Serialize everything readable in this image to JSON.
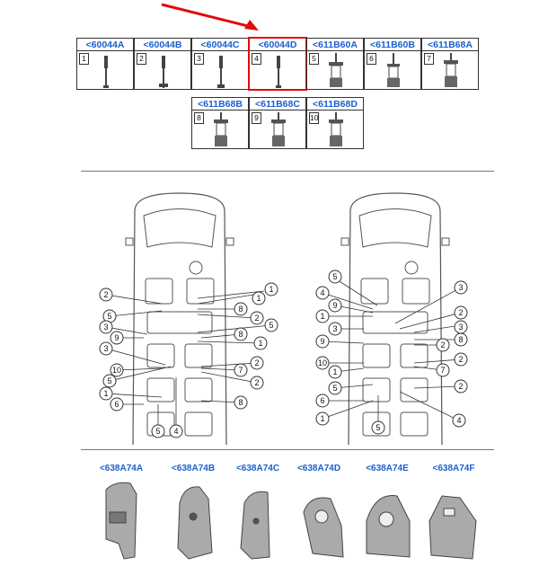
{
  "tools_row1": [
    {
      "code": "<60044A",
      "num": "1"
    },
    {
      "code": "<60044B",
      "num": "2"
    },
    {
      "code": "<60044C",
      "num": "3"
    },
    {
      "code": "<60044D",
      "num": "4"
    },
    {
      "code": "<611B60A",
      "num": "5"
    },
    {
      "code": "<611B60B",
      "num": "6"
    },
    {
      "code": "<611B68A",
      "num": "7"
    }
  ],
  "tools_row2": [
    {
      "code": "<611B68B",
      "num": "8"
    },
    {
      "code": "<611B68C",
      "num": "9"
    },
    {
      "code": "<611B68D",
      "num": "10"
    }
  ],
  "highlight": {
    "code": "<60044D",
    "arrow_color": "#e10b0b"
  },
  "left_diagram_callouts": [
    "2",
    "1",
    "1",
    "5",
    "8",
    "2",
    "3",
    "9",
    "5",
    "8",
    "1",
    "3",
    "10",
    "7",
    "2",
    "5",
    "2",
    "1",
    "6",
    "8",
    "5",
    "4"
  ],
  "right_diagram_callouts": [
    "5",
    "3",
    "4",
    "9",
    "1",
    "2",
    "3",
    "2",
    "9",
    "3",
    "8",
    "2",
    "10",
    "1",
    "7",
    "5",
    "2",
    "6",
    "1",
    "5",
    "4"
  ],
  "brackets": [
    "<638A74A",
    "<638A74B",
    "<638A74C",
    "<638A74D",
    "<638A74E",
    "<638A74F"
  ],
  "colors": {
    "link": "#1a5fd1",
    "line": "#333333"
  }
}
